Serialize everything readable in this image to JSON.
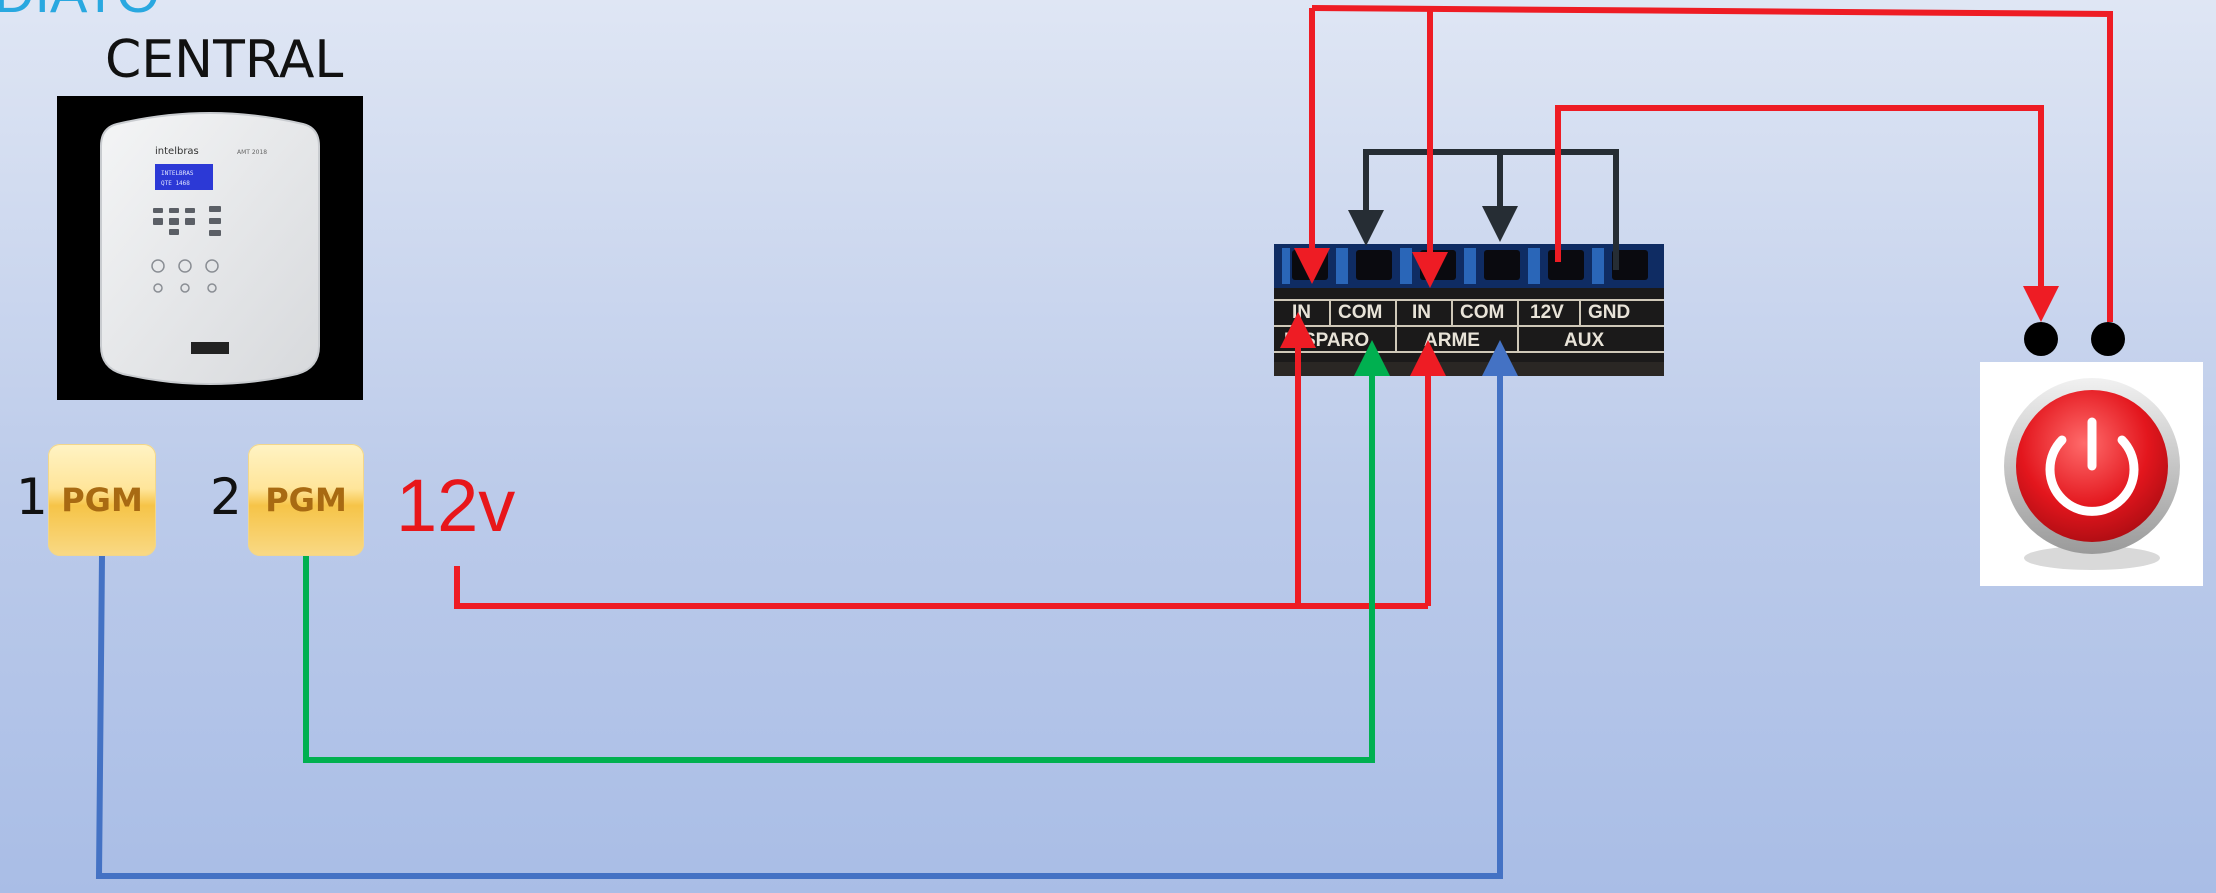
{
  "title": "DIATO",
  "central": {
    "label": "CENTRAL",
    "brand": "intelbras",
    "model": "AMT 2018",
    "display_line1": "INTELBRAS",
    "display_line2": "QTE  1468"
  },
  "pgm": [
    {
      "number": "1",
      "label": "PGM"
    },
    {
      "number": "2",
      "label": "PGM"
    }
  ],
  "power": {
    "label": "12v"
  },
  "terminal_block": {
    "top_labels": [
      "IN",
      "COM",
      "IN",
      "COM",
      "12V",
      "GND"
    ],
    "groups": [
      "DISPARO",
      "ARME",
      "AUX"
    ]
  },
  "colors": {
    "wire_power": "#ee1c24",
    "wire_pgm2": "#00b050",
    "wire_pgm1": "#4472c4",
    "wire_ground": "#262d34",
    "title": "#29a8e0"
  },
  "icons": [
    "power-button-icon"
  ]
}
